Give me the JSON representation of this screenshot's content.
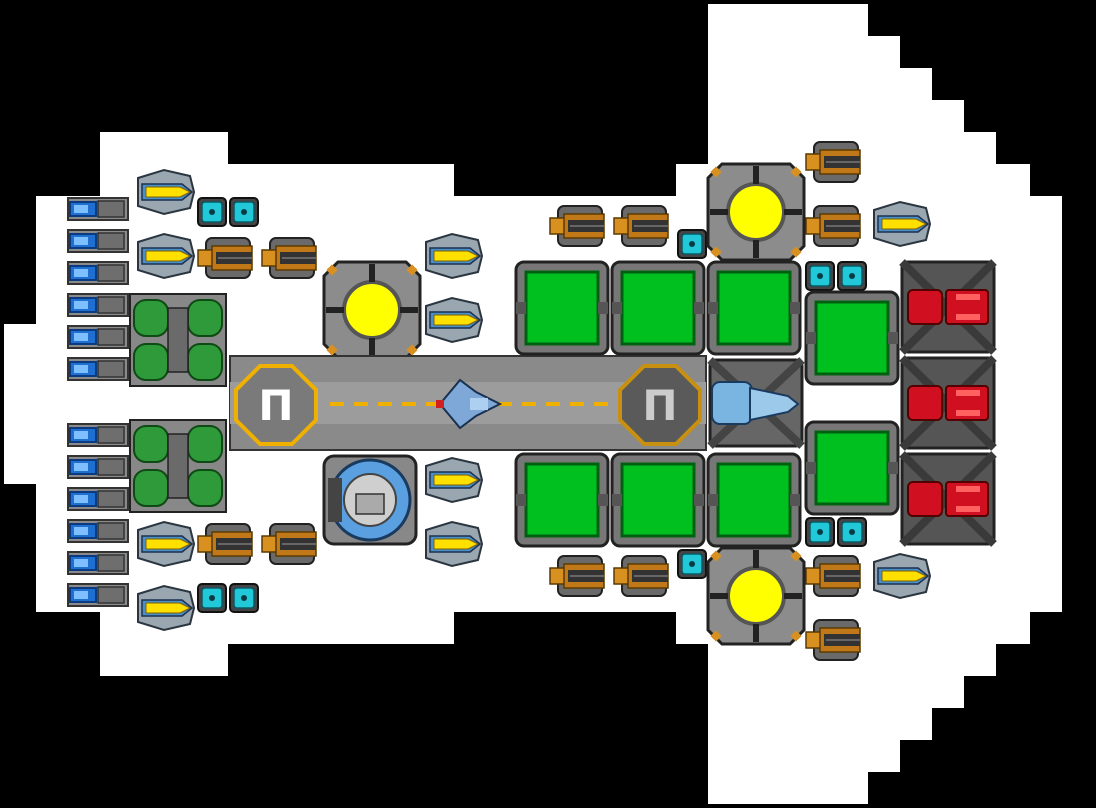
{
  "game": {
    "screen": "ship-designer-view",
    "background_color": "#000000",
    "hull_color": "#ffffff"
  },
  "colors": {
    "power_core": "#ffff00",
    "cargo_green": "#00c020",
    "cyan_block": "#20c8d8",
    "red_engine": "#d01020",
    "blue_thruster": "#2a7fd4",
    "orange_gun": "#d89020",
    "yellow_missile": "#ffe000",
    "hangar_floor": "#8a8a8a",
    "hangar_stripe": "#f0b000"
  },
  "hangar": {
    "left_pad_symbol": "Π",
    "right_pad_symbol": "Π",
    "docked_ship_icon": "fighter-ship-icon"
  },
  "icons": [
    "thruster-icon",
    "missile-launcher-icon",
    "autocannon-icon",
    "power-core-icon",
    "cargo-container-icon",
    "engine-icon",
    "fuel-tank-icon",
    "turret-icon",
    "drill-icon",
    "cyan-module-icon"
  ]
}
